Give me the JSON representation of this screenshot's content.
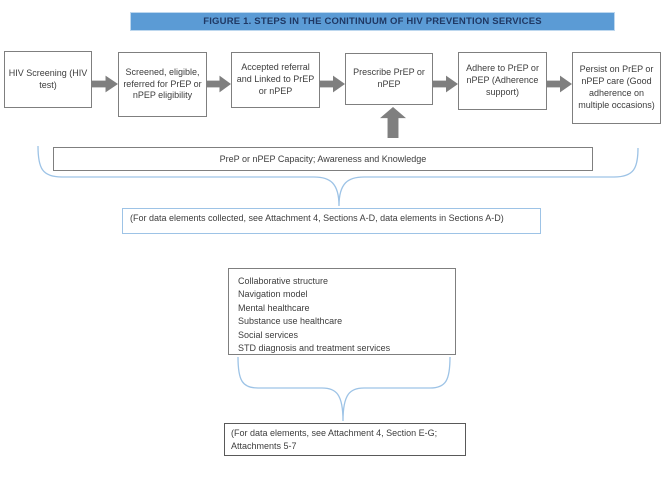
{
  "figure": {
    "title": "FIGURE 1.  STEPS IN THE CONITINUUM OF HIV PREVENTION SERVICES"
  },
  "flow_boxes": [
    {
      "label": "HIV Screening (HIV test)"
    },
    {
      "label": "Screened, eligible, referred for PrEP or nPEP eligibility"
    },
    {
      "label": "Accepted referral and Linked to PrEP or nPEP"
    },
    {
      "label": "Prescribe PrEP or nPEP"
    },
    {
      "label": "Adhere to PrEP or nPEP (Adherence support)"
    },
    {
      "label": "Persist on PrEP or nPEP care (Good adherence on multiple occasions)"
    }
  ],
  "capacity_box": {
    "label": "PreP or nPEP Capacity; Awareness and Knowledge"
  },
  "notes": {
    "sections_ad": "(For data elements collected, see Attachment 4, Sections A-D, data elements in Sections A-D)",
    "sections_eg_line1": "(For data elements, see Attachment 4, Section E-G;",
    "sections_eg_line2": "Attachments 5-7"
  },
  "services_list": [
    "Collaborative structure",
    "Navigation model",
    "Mental healthcare",
    "Substance use healthcare",
    "Social services",
    "STD diagnosis and treatment services"
  ],
  "icons": {
    "flow_arrow": "right-block-arrow",
    "feed_arrow": "up-block-arrow",
    "brace_top": "horizontal-curly-brace",
    "brace_bottom": "horizontal-curly-brace"
  },
  "colors": {
    "title_bar_bg": "#5B9BD5",
    "title_bar_border": "#BDD7EE",
    "title_text": "#1F3864",
    "box_border_gray": "#7F7F7F",
    "arrow_gray": "#7F7F7F",
    "brace_blue": "#9DC3E6",
    "note_border_blue": "#9DC3E6",
    "note_border_dark": "#595959",
    "body_text": "#3d3d3d"
  }
}
